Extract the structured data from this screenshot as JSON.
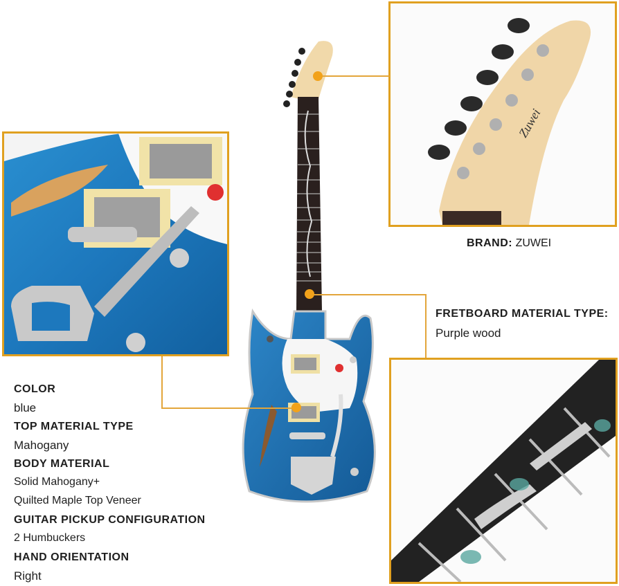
{
  "product": {
    "brand_label": "BRAND:",
    "brand_value": "ZUWEI",
    "headstock_logo": "Zuwei"
  },
  "fretboard": {
    "label": "FRETBOARD MATERIAL TYPE:",
    "value": "Purple wood"
  },
  "specs": [
    {
      "label": "COLOR",
      "value": "blue"
    },
    {
      "label": "TOP MATERIAL TYPE",
      "value": "Mahogany"
    },
    {
      "label": "BODY MATERIAL",
      "value": "Solid Mahogany+",
      "value2": "Quilted Maple Top Veneer"
    },
    {
      "label": "GUITAR PICKUP CONFIGURATION",
      "value": "2 Humbuckers"
    },
    {
      "label": "HAND ORIENTATION",
      "value": "Right"
    }
  ],
  "colors": {
    "accent": "#e0a020",
    "body_blue": "#1f78c0",
    "text": "#1e1e1e"
  },
  "insets": [
    {
      "name": "body-closeup",
      "subject": "bigsby tremolo and humbucker pickups"
    },
    {
      "name": "headstock-closeup",
      "subject": "headstock with tuners"
    },
    {
      "name": "fretboard-closeup",
      "subject": "fretboard with vine inlay"
    }
  ]
}
